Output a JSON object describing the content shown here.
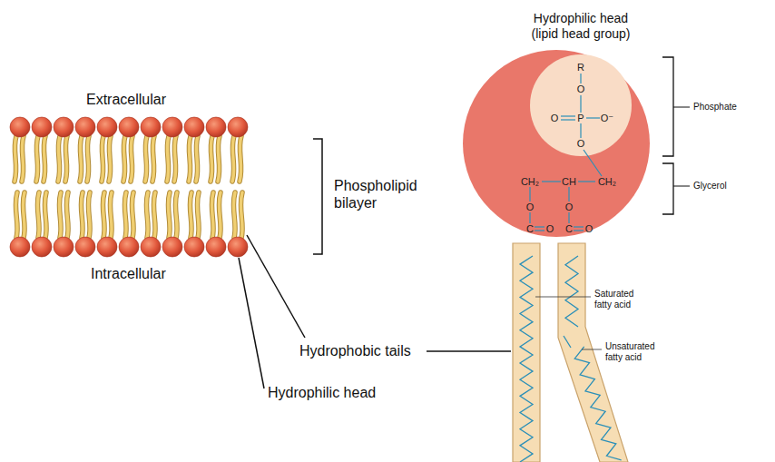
{
  "diagram": {
    "nodes": [
      {
        "text": [
          "Hydrophilic head (lipid head group)"
        ]
      }
    ],
    "labels": [
      "Extracellular",
      "Intracellular",
      "Phospholipid bilayer",
      "Hydrophobic tails",
      "Hydrophilic head",
      "Phosphate",
      "Glycerol",
      "Saturated fatty acid",
      "Unsaturated fatty acid",
      "R",
      "O",
      "O",
      "P",
      "O⁻",
      "O",
      "CH₂",
      "CH",
      "CH₂",
      "O",
      "O",
      "C",
      "O",
      "C",
      "O"
    ]
  }
}
